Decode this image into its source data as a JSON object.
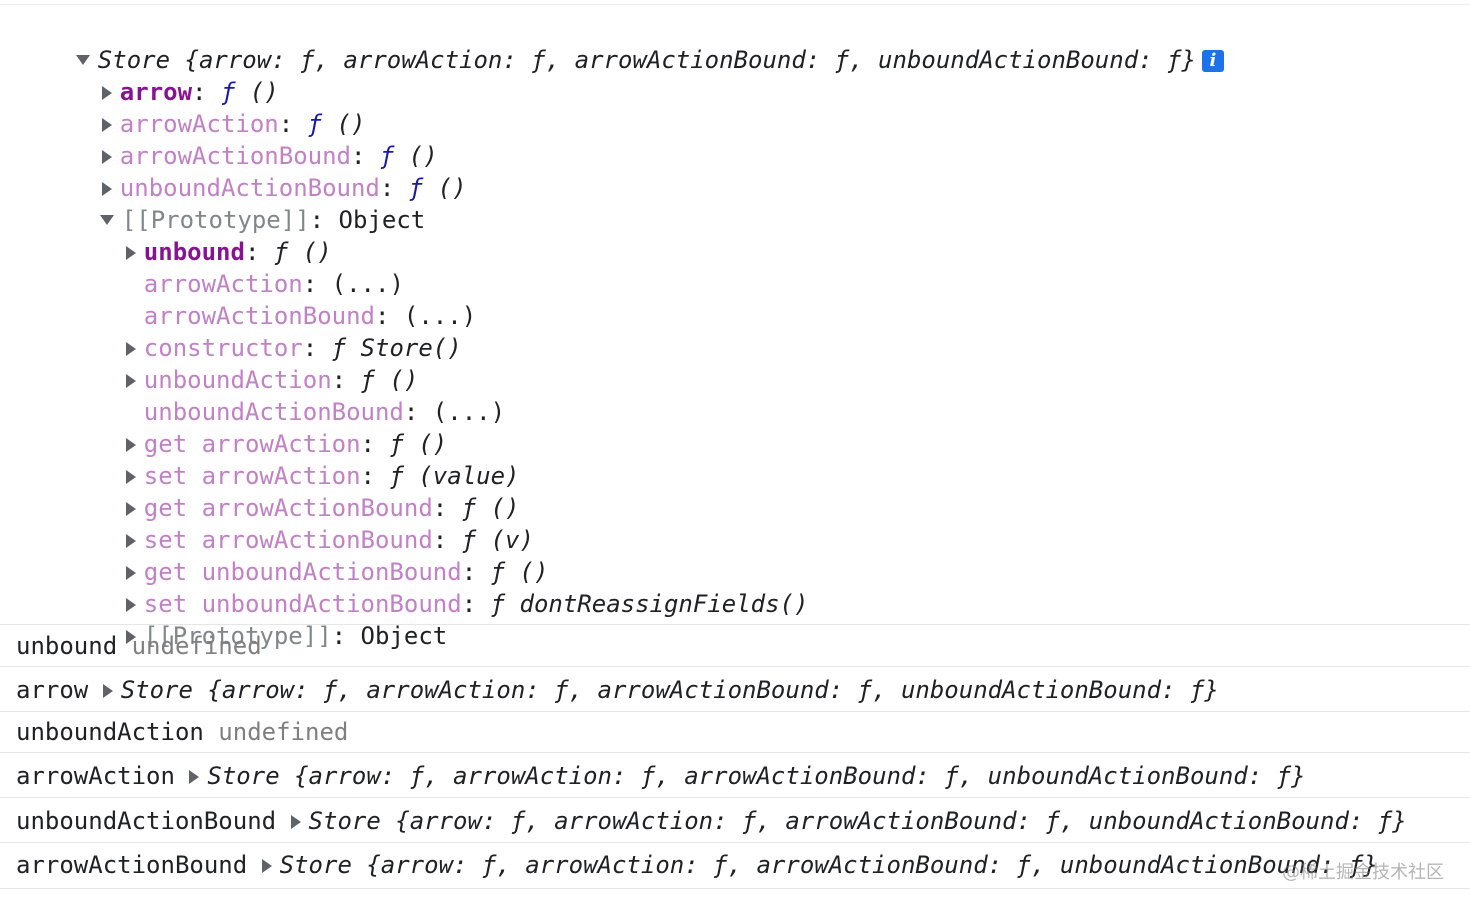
{
  "preview": "Store {arrow: ƒ, arrowAction: ƒ, arrowActionBound: ƒ, unboundActionBound: ƒ}",
  "info_icon": "info-icon",
  "props": [
    {
      "key": "arrow",
      "value": "()"
    },
    {
      "key": "arrowAction",
      "value": "()"
    },
    {
      "key": "arrowActionBound",
      "value": "()"
    },
    {
      "key": "unboundActionBound",
      "value": "()"
    }
  ],
  "proto": {
    "label": "[[Prototype]]",
    "value": "Object",
    "items": [
      {
        "key": "unbound",
        "value": "ƒ ()"
      },
      {
        "key": "arrowAction",
        "value": "(...)"
      },
      {
        "key": "arrowActionBound",
        "value": "(...)"
      },
      {
        "key": "constructor",
        "value": "ƒ Store()"
      },
      {
        "key": "unboundAction",
        "value": "ƒ ()"
      },
      {
        "key": "unboundActionBound",
        "value": "(...)"
      },
      {
        "key": "get arrowAction",
        "value": "ƒ ()"
      },
      {
        "key": "set arrowAction",
        "value": "ƒ (value)"
      },
      {
        "key": "get arrowActionBound",
        "value": "ƒ ()"
      },
      {
        "key": "set arrowActionBound",
        "value": "ƒ (v)"
      },
      {
        "key": "get unboundActionBound",
        "value": "ƒ ()"
      },
      {
        "key": "set unboundActionBound",
        "value": "ƒ dontReassignFields()"
      },
      {
        "key": "[[Prototype]]",
        "value": "Object"
      }
    ]
  },
  "logs": [
    {
      "label": "unbound",
      "value": "undefined"
    },
    {
      "label": "arrow",
      "value": "Store {arrow: ƒ, arrowAction: ƒ, arrowActionBound: ƒ, unboundActionBound: ƒ}"
    },
    {
      "label": "unboundAction",
      "value": "undefined"
    },
    {
      "label": "arrowAction",
      "value": "Store {arrow: ƒ, arrowAction: ƒ, arrowActionBound: ƒ, unboundActionBound: ƒ}"
    },
    {
      "label": "unboundActionBound",
      "value": "Store {arrow: ƒ, arrowAction: ƒ, arrowActionBound: ƒ, unboundActionBound: ƒ}"
    },
    {
      "label": "arrowActionBound",
      "value": "Store {arrow: ƒ, arrowAction: ƒ, arrowActionBound: ƒ, unboundActionBound: ƒ}"
    }
  ],
  "watermark": "@稀土掘金技术社区",
  "colors": {
    "own_key": "#881391",
    "other_key": "#c281c6",
    "function_keyword": "#1a1aa6",
    "info_badge": "#1a73e8"
  }
}
